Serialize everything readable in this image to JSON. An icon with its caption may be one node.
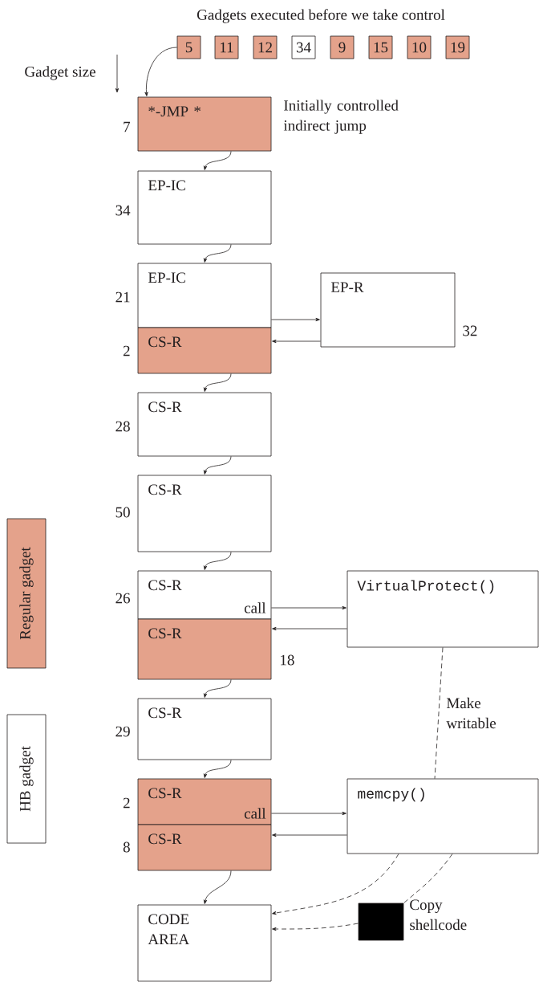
{
  "diagram": {
    "title": "Gadgets executed before we take control",
    "nodes": [
      {
        "text": [
          "5"
        ]
      },
      {
        "text": [
          "11"
        ]
      },
      {
        "text": [
          "12"
        ]
      },
      {
        "text": [
          "34"
        ]
      },
      {
        "text": [
          "9"
        ]
      },
      {
        "text": [
          "15"
        ]
      },
      {
        "text": [
          "10"
        ]
      },
      {
        "text": [
          "19"
        ]
      },
      {
        "text": [
          "*-JMP *"
        ],
        "beside": [
          "7",
          "Initially controlled indirect jump"
        ]
      },
      {
        "text": [
          "EP-IC"
        ],
        "beside": [
          "34"
        ]
      },
      {
        "text": [
          "EP-IC"
        ],
        "beside": [
          "21"
        ]
      },
      {
        "text": [
          "CS-R"
        ],
        "beside": [
          "2"
        ]
      },
      {
        "text": [
          "EP-R"
        ],
        "beside": [
          "32"
        ]
      },
      {
        "text": [
          "CS-R"
        ],
        "beside": [
          "28"
        ]
      },
      {
        "text": [
          "CS-R"
        ],
        "beside": [
          "50"
        ]
      },
      {
        "text": [
          "CS-R",
          "call"
        ],
        "beside": [
          "26"
        ]
      },
      {
        "text": [
          "CS-R"
        ],
        "beside": [
          "18"
        ]
      },
      {
        "text": [
          "VirtualProtect()"
        ]
      },
      {
        "text": [
          "CS-R"
        ],
        "beside": [
          "29"
        ]
      },
      {
        "text": [
          "CS-R",
          "call"
        ],
        "beside": [
          "2"
        ]
      },
      {
        "text": [
          "CS-R"
        ],
        "beside": [
          "8"
        ]
      },
      {
        "text": [
          "memcpy()"
        ]
      },
      {
        "text": [
          "CODE AREA"
        ]
      },
      {
        "text": [],
        "shape": "box",
        "beside": [
          "Copy shellcode"
        ]
      }
    ],
    "edges": [
      {
        "from": 0,
        "to": 8,
        "arrow": "to"
      },
      {
        "from": 8,
        "to": 9,
        "arrow": "to"
      },
      {
        "from": 9,
        "to": 10,
        "arrow": "to"
      },
      {
        "from": 10,
        "to": 12,
        "arrow": "to"
      },
      {
        "from": 12,
        "to": 11,
        "arrow": "to"
      },
      {
        "from": 11,
        "to": 13,
        "arrow": "to"
      },
      {
        "from": 13,
        "to": 14,
        "arrow": "to"
      },
      {
        "from": 14,
        "to": 15,
        "arrow": "to"
      },
      {
        "from": 15,
        "to": 17,
        "arrow": "to"
      },
      {
        "from": 17,
        "to": 16,
        "arrow": "to"
      },
      {
        "from": 16,
        "to": 18,
        "arrow": "to"
      },
      {
        "from": 18,
        "to": 19,
        "arrow": "to"
      },
      {
        "from": 19,
        "to": 21,
        "arrow": "to"
      },
      {
        "from": 21,
        "to": 20,
        "arrow": "to"
      },
      {
        "from": 20,
        "to": 22,
        "arrow": "to"
      },
      {
        "from": 17,
        "to": 21,
        "arrow": "none",
        "style": "dashed",
        "label": "Make writable"
      },
      {
        "from": 21,
        "to": 22,
        "arrow": "to",
        "style": "dashed"
      },
      {
        "from": 21,
        "to": 23,
        "arrow": "none",
        "style": "dashed"
      },
      {
        "from": 23,
        "to": 22,
        "arrow": "to",
        "style": "dashed"
      }
    ],
    "labels": [
      "Gadget size"
    ],
    "legend": [
      {
        "text": "Regular gadget",
        "color": "#e4a28b"
      },
      {
        "text": "HB gadget"
      }
    ]
  }
}
